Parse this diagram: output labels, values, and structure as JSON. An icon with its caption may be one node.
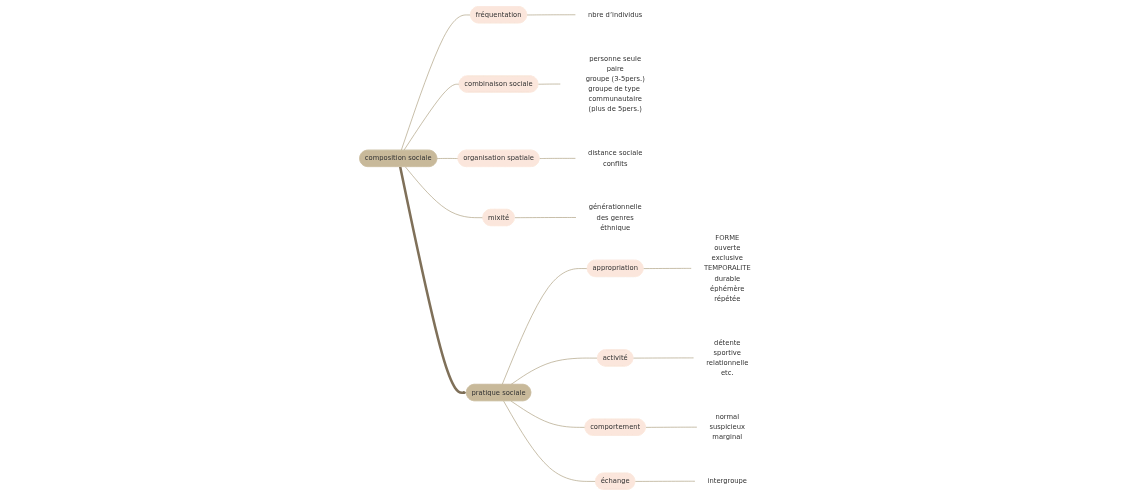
{
  "diagram": {
    "nodes": [
      {
        "text": [
          "composition sociale"
        ]
      },
      {
        "text": [
          "fréquentation"
        ]
      },
      {
        "text": [
          "nbre d’individus"
        ]
      },
      {
        "text": [
          "combinaison sociale"
        ]
      },
      {
        "text": [
          "personne seule",
          "paire",
          "groupe (3-5pers.)",
          "groupe de type communautaire",
          "(plus de 5pers.)"
        ]
      },
      {
        "text": [
          "organisation spatiale"
        ]
      },
      {
        "text": [
          "distance sociale",
          "conflits"
        ]
      },
      {
        "text": [
          "mixité"
        ]
      },
      {
        "text": [
          "générationnelle",
          "des genres",
          "éthnique"
        ]
      },
      {
        "text": [
          "pratique sociale"
        ]
      },
      {
        "text": [
          "appropriation"
        ]
      },
      {
        "text": [
          "FORME",
          "ouverte",
          "exclusive",
          "TEMPORALITE",
          "durable",
          "éphémère",
          "répétée"
        ]
      },
      {
        "text": [
          "activité"
        ]
      },
      {
        "text": [
          "détente",
          "sportive",
          "relationnelle",
          "etc."
        ]
      },
      {
        "text": [
          "comportement"
        ]
      },
      {
        "text": [
          "normal",
          "suspicieux",
          "marginal"
        ]
      },
      {
        "text": [
          "échange"
        ]
      },
      {
        "text": [
          "intergroupe"
        ]
      }
    ],
    "edges": [
      {
        "from": 0,
        "to": 1,
        "arrow": "none"
      },
      {
        "from": 1,
        "to": 2,
        "arrow": "none"
      },
      {
        "from": 0,
        "to": 3,
        "arrow": "none"
      },
      {
        "from": 3,
        "to": 4,
        "arrow": "none"
      },
      {
        "from": 0,
        "to": 5,
        "arrow": "none"
      },
      {
        "from": 5,
        "to": 6,
        "arrow": "none"
      },
      {
        "from": 0,
        "to": 7,
        "arrow": "none"
      },
      {
        "from": 7,
        "to": 8,
        "arrow": "none"
      },
      {
        "from": 0,
        "to": 9,
        "arrow": "to",
        "style": "thick",
        "color": "#7f7059"
      },
      {
        "from": 9,
        "to": 10,
        "arrow": "none"
      },
      {
        "from": 10,
        "to": 11,
        "arrow": "none"
      },
      {
        "from": 9,
        "to": 12,
        "arrow": "none"
      },
      {
        "from": 12,
        "to": 13,
        "arrow": "none"
      },
      {
        "from": 9,
        "to": 14,
        "arrow": "none"
      },
      {
        "from": 14,
        "to": 15,
        "arrow": "none"
      },
      {
        "from": 9,
        "to": 16,
        "arrow": "none"
      },
      {
        "from": 16,
        "to": 17,
        "arrow": "none"
      }
    ]
  }
}
